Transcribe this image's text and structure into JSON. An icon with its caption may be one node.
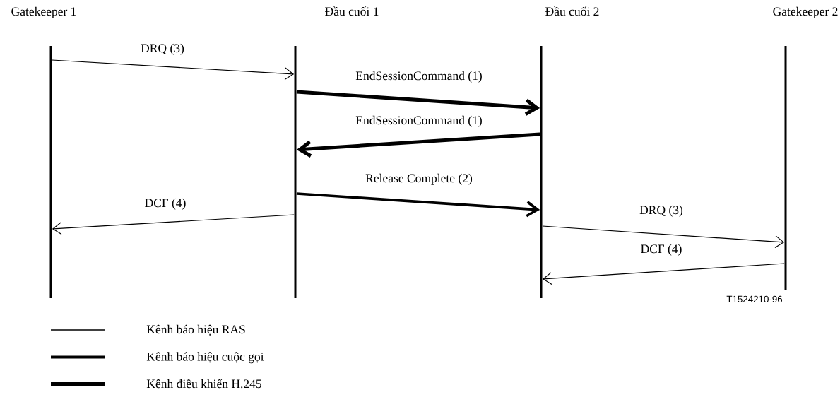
{
  "diagram": {
    "nodes": [
      {
        "text": [
          "Gatekeeper 1"
        ]
      },
      {
        "text": [
          "Đầu cuối 1"
        ]
      },
      {
        "text": [
          "Đầu cuối 2"
        ]
      },
      {
        "text": [
          "Gatekeeper 2"
        ]
      }
    ],
    "edges": [
      {
        "from": 0,
        "to": 1,
        "arrow": "to",
        "label": "DRQ (3)"
      },
      {
        "from": 1,
        "to": 2,
        "arrow": "to",
        "label": "EndSessionCommand (1)",
        "style": "thick"
      },
      {
        "from": 2,
        "to": 1,
        "arrow": "to",
        "label": "EndSessionCommand (1)",
        "style": "thick"
      },
      {
        "from": 1,
        "to": 2,
        "arrow": "to",
        "label": "Release Complete (2)",
        "style": "thick"
      },
      {
        "from": 1,
        "to": 0,
        "arrow": "to",
        "label": "DCF (4)"
      },
      {
        "from": 2,
        "to": 3,
        "arrow": "to",
        "label": "DRQ (3)"
      },
      {
        "from": 3,
        "to": 2,
        "arrow": "to",
        "label": "DCF (4)"
      }
    ],
    "labels": [
      "T1524210-96"
    ],
    "legend": [
      {
        "text": "Kênh báo hiệu RAS"
      },
      {
        "text": "Kênh báo hiệu cuộc gọi"
      },
      {
        "text": "Kênh điều khiển H.245"
      }
    ]
  }
}
